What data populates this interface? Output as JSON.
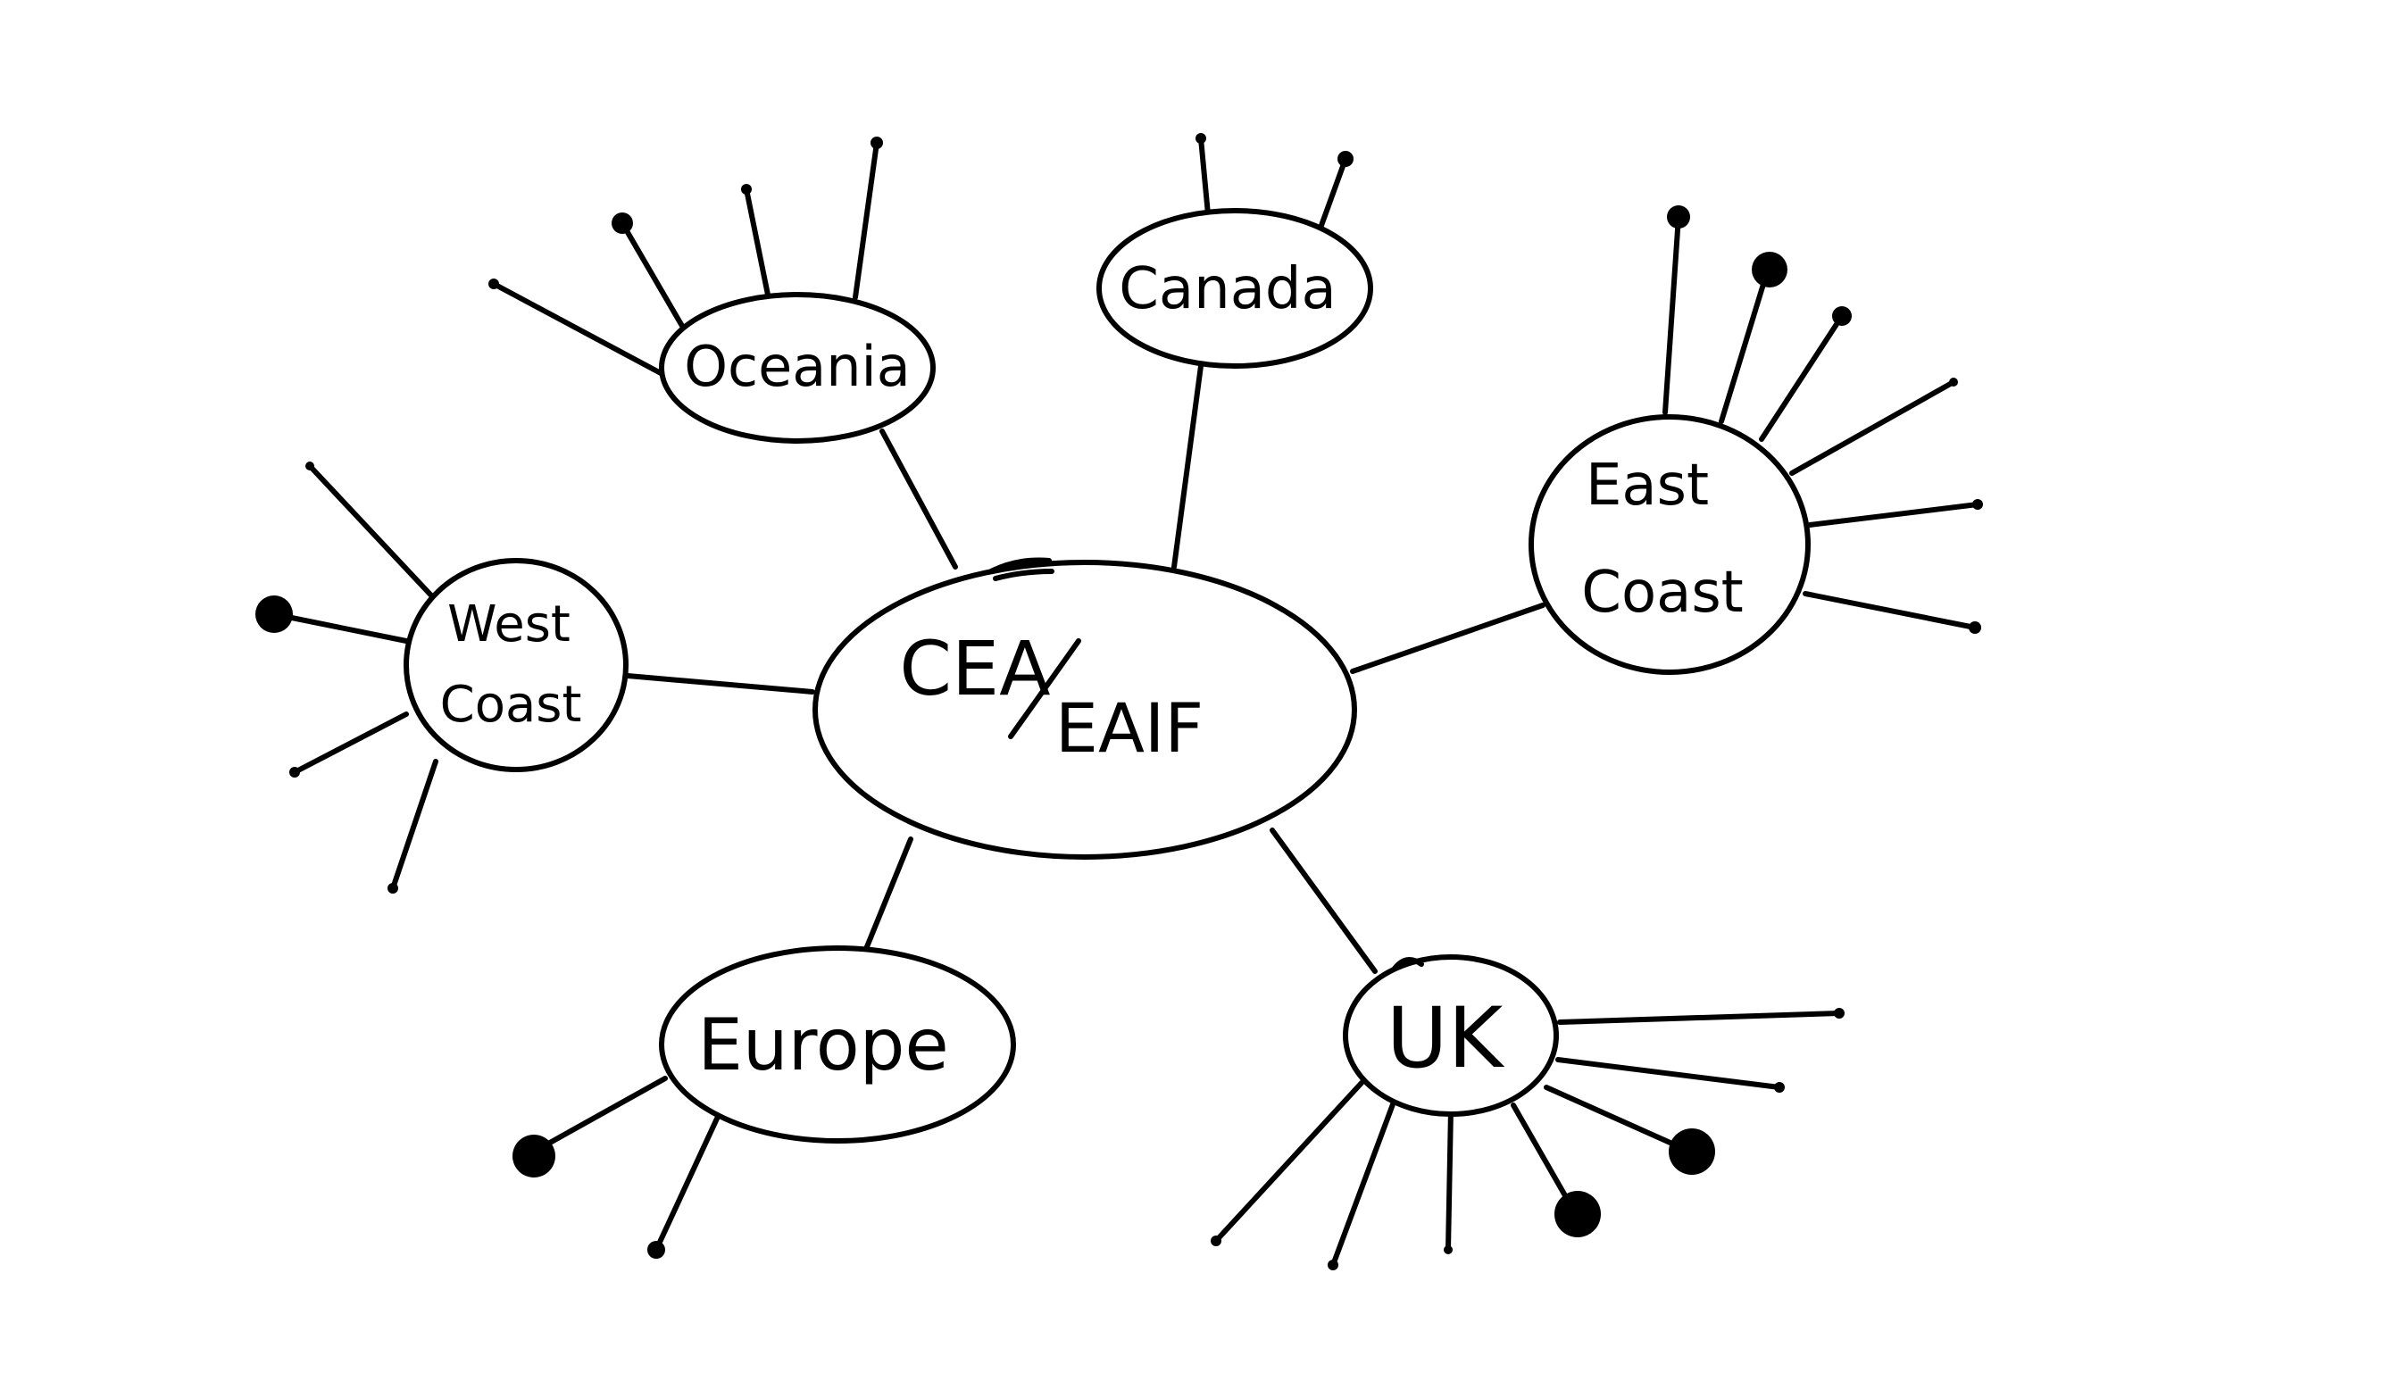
{
  "diagram": {
    "type": "mind-map",
    "center": {
      "id": "center",
      "line1": "CEA",
      "line2": "EAIF"
    },
    "nodes": [
      {
        "id": "oceania",
        "lines": [
          "Oceania"
        ],
        "branches": 4,
        "large_dots": 1
      },
      {
        "id": "canada",
        "lines": [
          "Canada"
        ],
        "branches": 2,
        "large_dots": 0
      },
      {
        "id": "east-coast",
        "lines": [
          "East",
          "Coast"
        ],
        "branches": 6,
        "large_dots": 1
      },
      {
        "id": "west-coast",
        "lines": [
          "West",
          "Coast"
        ],
        "branches": 4,
        "large_dots": 1
      },
      {
        "id": "europe",
        "lines": [
          "Europe"
        ],
        "branches": 2,
        "large_dots": 1
      },
      {
        "id": "uk",
        "lines": [
          "UK"
        ],
        "branches": 7,
        "large_dots": 2
      }
    ],
    "colors": {
      "ink": "#000000",
      "background": "#ffffff"
    }
  }
}
